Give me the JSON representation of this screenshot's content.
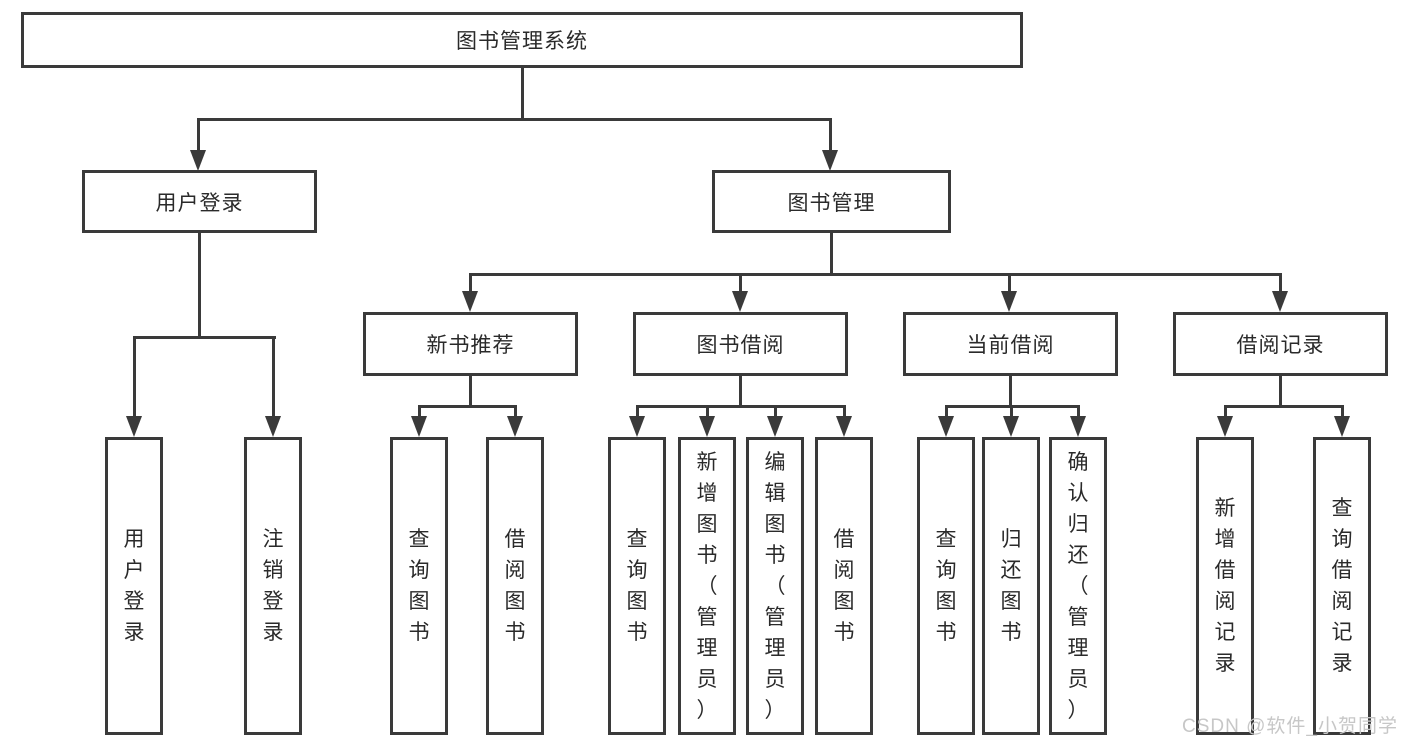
{
  "tree": {
    "root": "图书管理系统",
    "user_login": {
      "label": "用户登录",
      "leaves": [
        "用户登录",
        "注销登录"
      ]
    },
    "book_mgmt": {
      "label": "图书管理",
      "sections": {
        "new_book": {
          "label": "新书推荐",
          "leaves": [
            "查询图书",
            "借阅图书"
          ]
        },
        "borrow": {
          "label": "图书借阅",
          "leaves": [
            "查询图书",
            "新增图书（管理员）",
            "编辑图书（管理员）",
            "借阅图书"
          ]
        },
        "current": {
          "label": "当前借阅",
          "leaves": [
            "查询图书",
            "归还图书",
            "确认归还（管理员）"
          ]
        },
        "records": {
          "label": "借阅记录",
          "leaves": [
            "新增借阅记录",
            "查询借阅记录"
          ]
        }
      }
    }
  },
  "colors": {
    "line": "#3a3a3a",
    "text": "#2a2a2a",
    "watermark": "#c7c7c7",
    "background": "#ffffff"
  },
  "watermark": "CSDN @软件_小贺同学"
}
